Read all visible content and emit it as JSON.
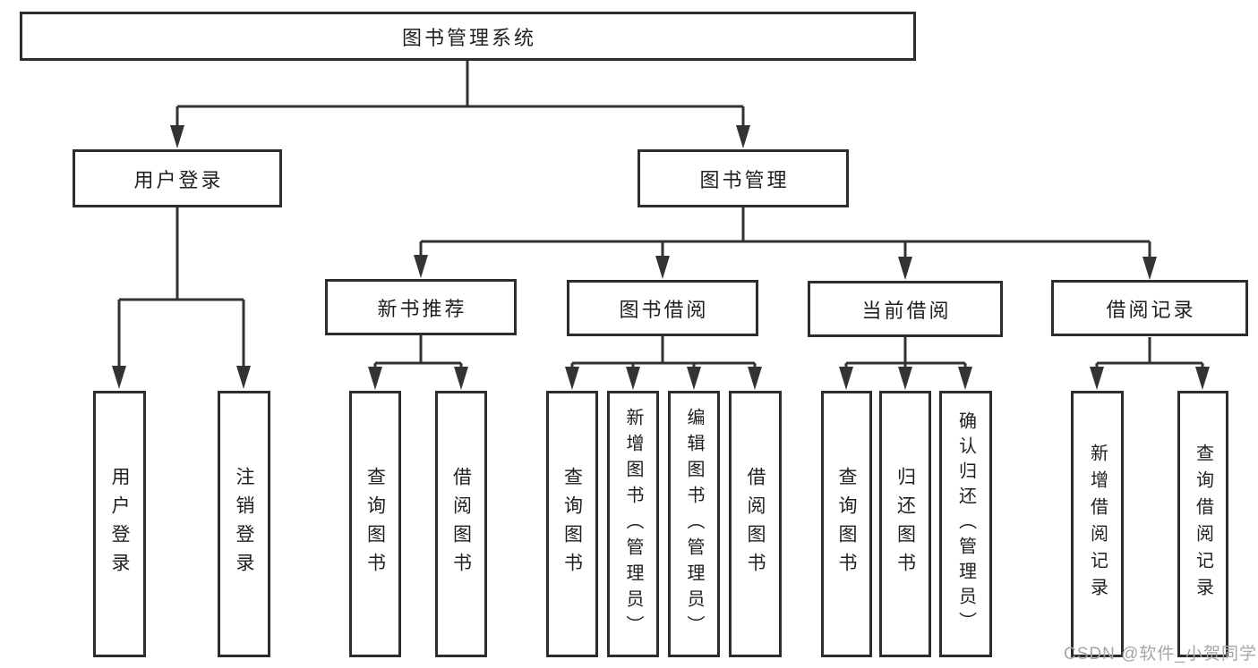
{
  "diagram": {
    "root": "图书管理系统",
    "level2": [
      "用户登录",
      "图书管理"
    ],
    "level3": [
      "新书推荐",
      "图书借阅",
      "当前借阅",
      "借阅记录"
    ],
    "leaves": {
      "user_login": [
        "用户登录",
        "注销登录"
      ],
      "new_books": [
        "查询图书",
        "借阅图书"
      ],
      "book_borrow": [
        "查询图书",
        "新增图书（管理员）",
        "编辑图书（管理员）",
        "借阅图书"
      ],
      "current_borrow": [
        "查询图书",
        "归还图书",
        "确认归还（管理员）"
      ],
      "borrow_records": [
        "新增借阅记录",
        "查询借阅记录"
      ]
    },
    "colors": {
      "line": "#333333",
      "box_border": "#2d2d2d",
      "text": "#1f1f1f",
      "watermark": "#a6a6a6",
      "background": "#ffffff"
    },
    "watermark": "CSDN @软件_小贺同学"
  }
}
